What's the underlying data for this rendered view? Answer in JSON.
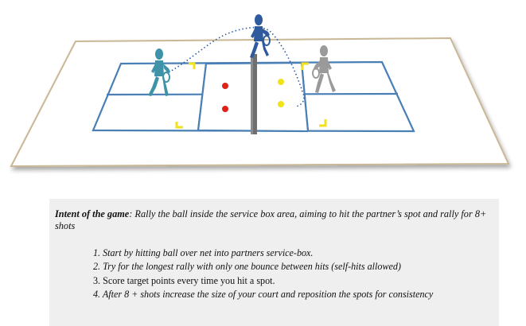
{
  "intent": {
    "heading": "Intent of the game",
    "text": ": Rally the ball inside the service box area, aiming to hit the partner’s spot and rally for 8+ shots"
  },
  "steps": [
    "1. Start by hitting ball over net into partners service-box.",
    "2. Try for the longest rally with only one bounce between hits (self-hits allowed)",
    "3. Score target points every time you hit a spot.",
    "4. After 8 + shots increase the size of your court and reposition the spots for consistency"
  ],
  "colors": {
    "court_lines": "#4a7fb5",
    "outer_frame": "#c9b896",
    "net_post": "#6f6f6f",
    "spot_red": "#e0211a",
    "spot_yellow": "#f2e21a",
    "player_left": "#3f93a8",
    "player_top": "#2f5a9e",
    "player_right": "#9a9a9a",
    "panel_bg": "#efefef"
  }
}
